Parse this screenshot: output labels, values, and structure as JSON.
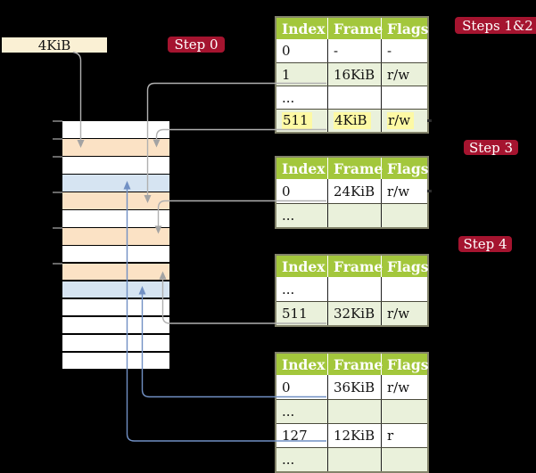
{
  "colors": {
    "background": "#000000",
    "step_label_bg": "#A5142F",
    "step_label_text": "#FFFFFF",
    "table_header_bg": "#A3C73C",
    "table_row_alt_bg": "#EAF1DB",
    "table_border": "#83836A",
    "highlight_yellow": "#FDF9A4",
    "frame_box_bg": "#FAF0D4",
    "memory_peach": "#FBE2C5",
    "memory_blue": "#D6E4F2",
    "connector_gray": "#B0B0B0",
    "connector_blue": "#7190C4"
  },
  "frame_box": {
    "label": "4KiB"
  },
  "step_labels": {
    "step0": "Step 0",
    "steps12": "Steps 1&2",
    "step3": "Step 3",
    "step4": "Step 4"
  },
  "memory": {
    "rows": [
      "white",
      "peach",
      "white",
      "blue",
      "peach",
      "white",
      "peach",
      "white",
      "peach",
      "blue",
      "white",
      "white",
      "white",
      "white"
    ],
    "tick_offsets_kib": [
      0,
      4,
      8,
      16,
      24,
      32
    ]
  },
  "tables": {
    "t1": {
      "columns": [
        "Index",
        "Frame",
        "Flags"
      ],
      "rows": [
        [
          "0",
          "-",
          "-"
        ],
        [
          "1",
          "16KiB",
          "r/w"
        ],
        [
          "...",
          "",
          ""
        ],
        [
          "511",
          "4KiB",
          "r/w"
        ]
      ]
    },
    "t2": {
      "columns": [
        "Index",
        "Frame",
        "Flags"
      ],
      "rows": [
        [
          "0",
          "24KiB",
          "r/w"
        ],
        [
          "...",
          "",
          ""
        ]
      ]
    },
    "t3": {
      "columns": [
        "Index",
        "Frame",
        "Flags"
      ],
      "rows": [
        [
          "...",
          "",
          ""
        ],
        [
          "511",
          "32KiB",
          "r/w"
        ]
      ]
    },
    "t4": {
      "columns": [
        "Index",
        "Frame",
        "Flags"
      ],
      "rows": [
        [
          "0",
          "36KiB",
          "r/w"
        ],
        [
          "...",
          "",
          ""
        ],
        [
          "127",
          "12KiB",
          "r"
        ],
        [
          "...",
          "",
          ""
        ]
      ]
    }
  }
}
